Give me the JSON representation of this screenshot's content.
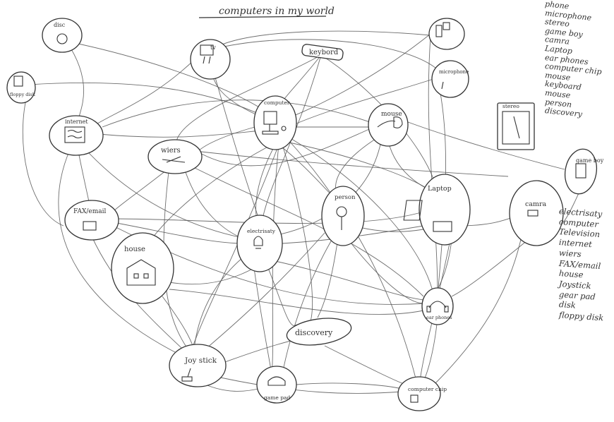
{
  "title": "computers in my world",
  "nodes": {
    "disc": "disc",
    "tv": "tv",
    "keyboard": "keybord",
    "mobile_phone": "",
    "floppy_disk": "floppy disk",
    "microphone": "microphone",
    "internet": "internet",
    "computer": "computer",
    "mouse": "mouse",
    "stereo": "stereo",
    "game_boy": "game boy",
    "wires": "wiers",
    "fax_email": "FAX/email",
    "electricity": "electrisaty",
    "person": "person",
    "laptop": "Laptop",
    "camera": "camra",
    "house": "house",
    "ear_phones": "ear phones",
    "discovery": "discovery",
    "joystick": "Joy stick",
    "game_pad": "game pad",
    "computer_chip": "computer chip"
  },
  "legend_top": [
    "phone",
    "microphone",
    "stereo",
    "game boy",
    "camra",
    "Laptop",
    "ear phones",
    "computer chip",
    "mouse",
    "keyboard",
    "mouse",
    "person",
    "discovery"
  ],
  "legend_bottom": [
    "electrisaty",
    "computer",
    "Television",
    "internet",
    "wiers",
    "FAX/email",
    "house",
    "Joystick",
    "gear pad",
    "disk",
    "floppy disk"
  ]
}
